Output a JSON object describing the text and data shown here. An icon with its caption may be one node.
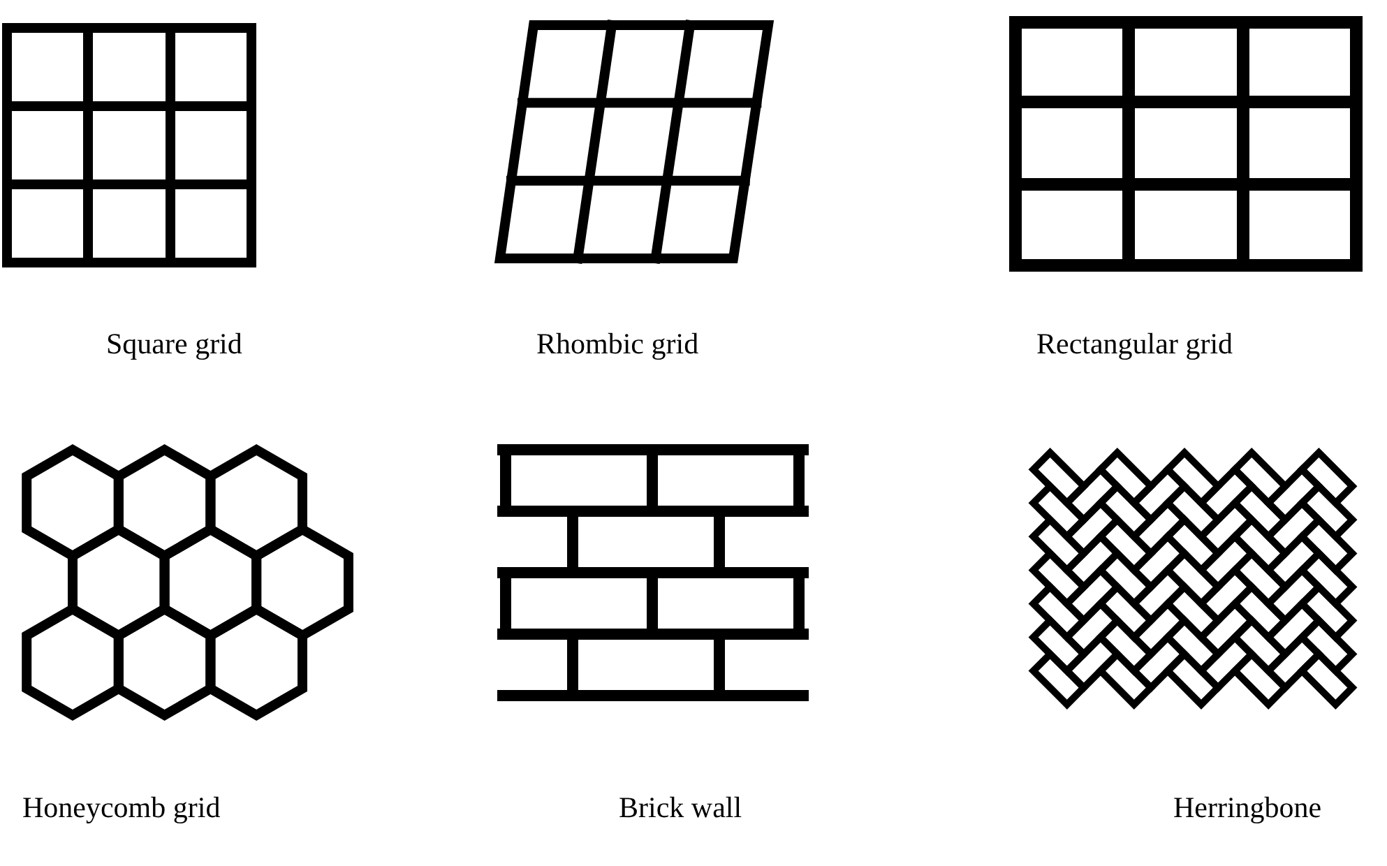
{
  "diagram": {
    "labels": [
      "Square grid",
      "Rhombic grid",
      "Rectangular grid",
      "Honeycomb grid",
      "Brick wall",
      "Herringbone"
    ]
  }
}
